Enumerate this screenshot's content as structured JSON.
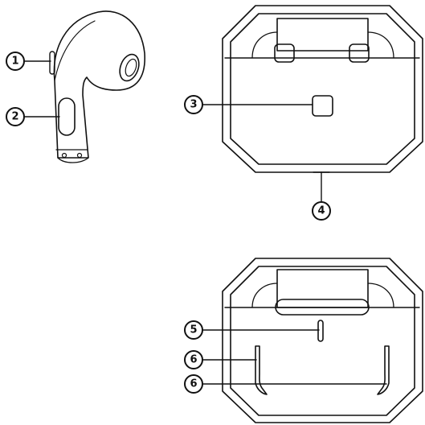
{
  "callouts": {
    "c1": "1",
    "c2": "2",
    "c3": "3",
    "c4": "4",
    "c5": "5",
    "c6a": "6",
    "c6b": "6"
  },
  "colors": {
    "stroke": "#111111",
    "background": "#ffffff"
  }
}
